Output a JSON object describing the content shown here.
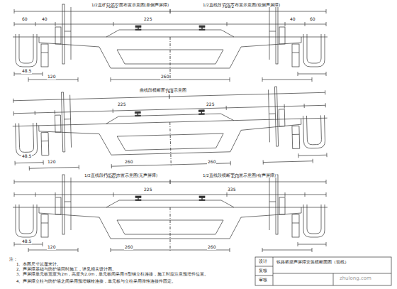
{
  "diagram": {
    "labels": [
      "1/2直线段横断面布置示意图(单侧声屏障)",
      "1/2直线段横断面布置示意图(双侧声屏障)",
      "768/2",
      "768/2",
      "60",
      "40",
      "225",
      "40",
      "60",
      "48.5",
      "120",
      "260",
      "曲线段横断面布置示意图",
      "768",
      "225",
      "225",
      "48.5",
      "120",
      "260",
      "260",
      "1/2直线段横断面布置示意图(无声屏障)",
      "1/2直线段横断面布置示意图(有声屏障)",
      "768/2",
      "420",
      "225",
      "335",
      "48.5",
      "120",
      "260",
      "260",
      "注：",
      "1、本图尺寸以厘米计。",
      "2、声屏障基础与防护墙同时施工，详见相关设计图。",
      "3、声屏障单元板宽度为2m，高度为2.0m，单元板间采用H型钢立柱连接，施工时应注意预埋件位置。",
      "4、声屏障立柱与防护墙之间采用预埋螺栓连接，单元板与立柱采用弹性连接件固定。",
      "铁路桥梁声屏障安装横断面图（双线）",
      "设计",
      "复核",
      "审核",
      "zhulong.com"
    ]
  }
}
